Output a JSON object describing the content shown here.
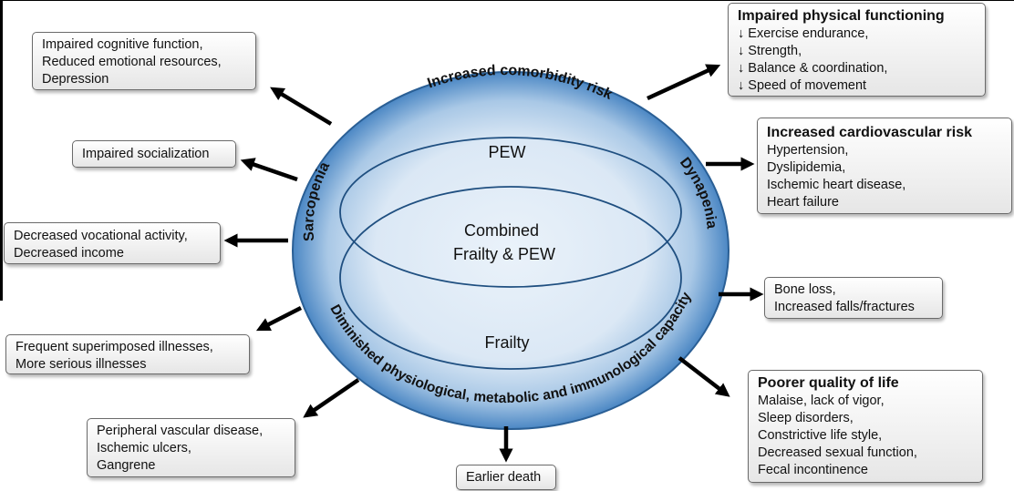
{
  "ellipse": {
    "top_arc": "Increased comorbidity risk",
    "left_arc": "Sarcopenia",
    "right_arc": "Dynapenia",
    "bottom_arc": "Diminished physiological, metabolic and immunological capacity",
    "pew": "PEW",
    "combined_line1": "Combined",
    "combined_line2": "Frailty & PEW",
    "frailty": "Frailty"
  },
  "left_boxes": {
    "cognitive": [
      "Impaired cognitive function,",
      "Reduced emotional resources,",
      "Depression"
    ],
    "socialization": [
      "Impaired socialization"
    ],
    "vocational": [
      "Decreased vocational activity,",
      "Decreased income"
    ],
    "illnesses": [
      "Frequent superimposed illnesses,",
      "More serious illnesses"
    ],
    "vascular": [
      "Peripheral vascular disease,",
      "Ischemic ulcers,",
      "Gangrene"
    ]
  },
  "bottom_box": [
    "Earlier death"
  ],
  "right_boxes": {
    "physical": {
      "title": "Impaired physical functioning",
      "items": [
        "↓ Exercise endurance,",
        "↓ Strength,",
        "↓ Balance & coordination,",
        "↓ Speed of movement"
      ]
    },
    "cardio": {
      "title": "Increased cardiovascular risk",
      "items": [
        "Hypertension,",
        "Dyslipidemia,",
        "Ischemic heart disease,",
        "Heart failure"
      ]
    },
    "bone": [
      "Bone loss,",
      "Increased falls/fractures"
    ],
    "quality": {
      "title": "Poorer quality of life",
      "items": [
        "Malaise, lack of vigor,",
        "Sleep disorders,",
        "Constrictive life style,",
        "Decreased sexual function,",
        "Fecal incontinence"
      ]
    }
  },
  "colors": {
    "ellipse_center": "#eaf2fa",
    "ellipse_mid": "#a9c8e6",
    "ellipse_edge": "#4b87c4",
    "ellipse_stroke": "#2a5f95",
    "arrow": "#000000"
  }
}
